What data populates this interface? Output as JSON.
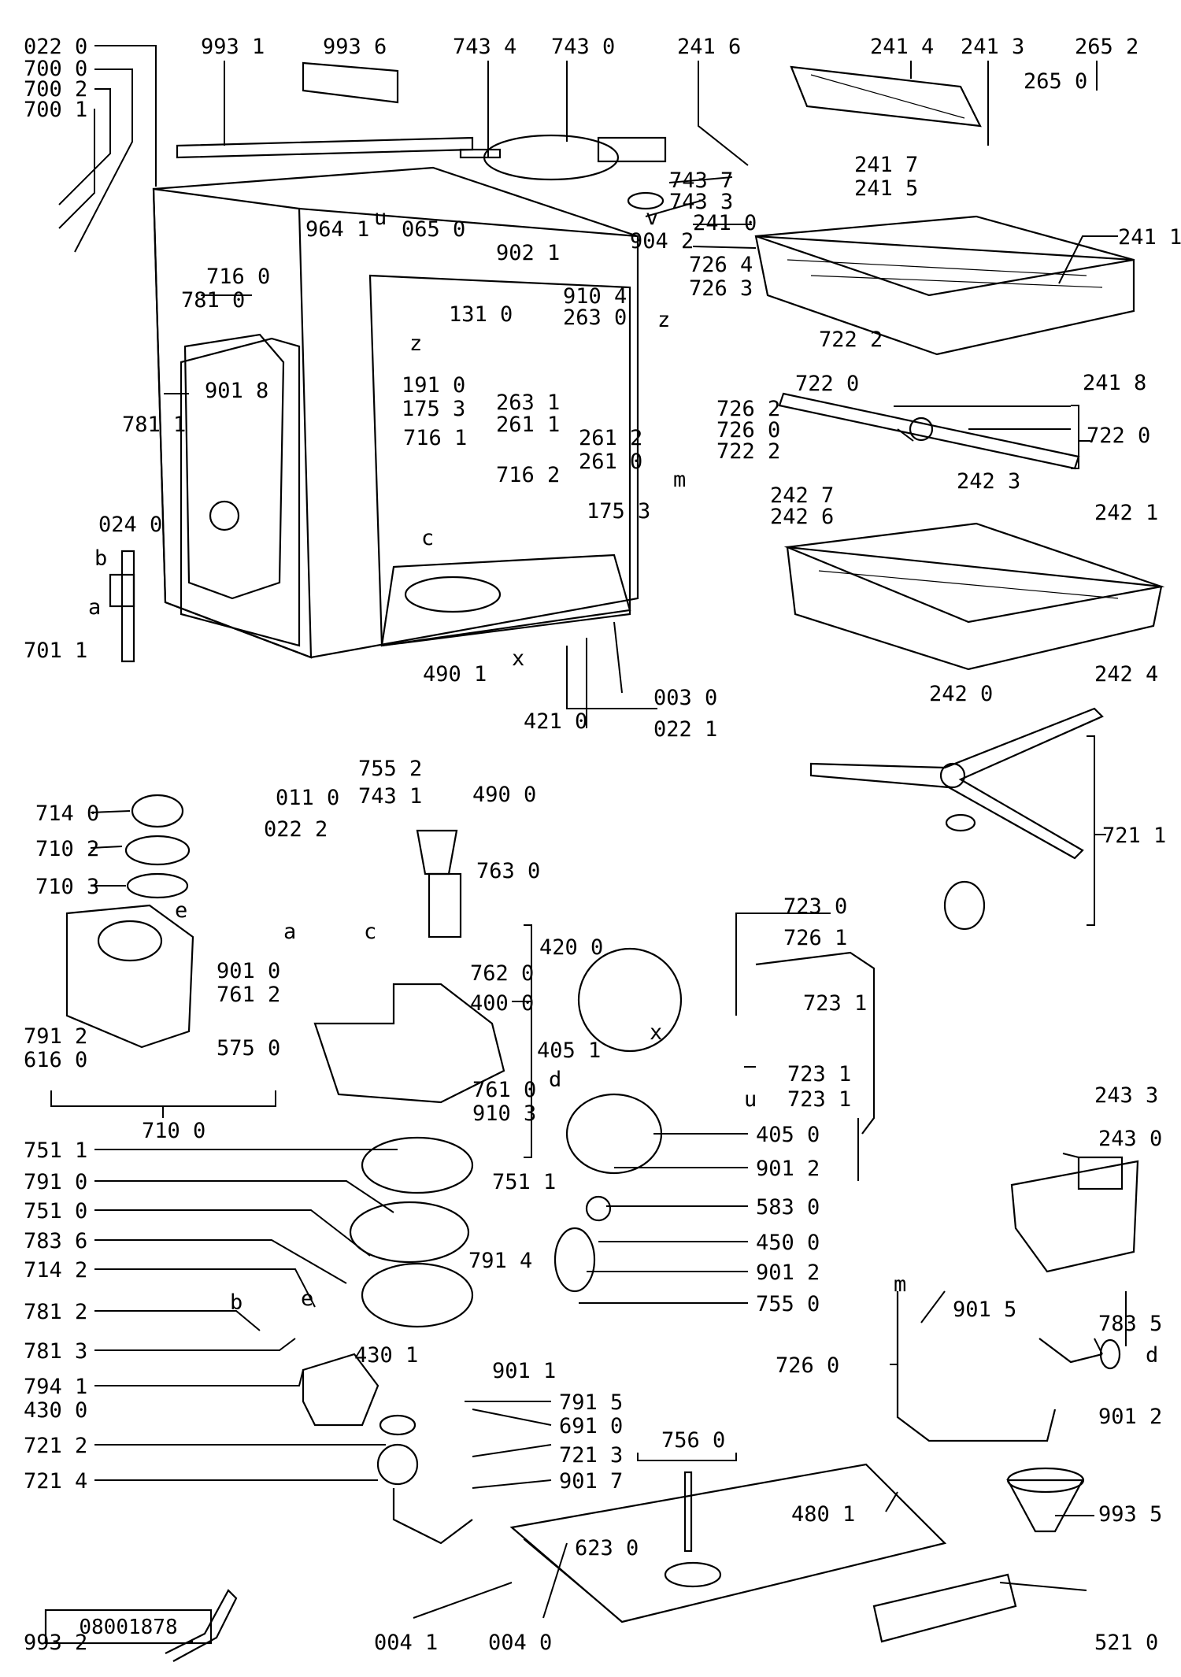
{
  "labels": {
    "p0220": "022 0",
    "p7000": "700 0",
    "p7002": "700 2",
    "p7001": "700 1",
    "p9931": "993 1",
    "p9936": "993 6",
    "p7434": "743 4",
    "p7430": "743 0",
    "p2416": "241 6",
    "p2414": "241 4",
    "p2413": "241 3",
    "p2652": "265 2",
    "p2650": "265 0",
    "p2417": "241 7",
    "p2415": "241 5",
    "p2410": "241 0",
    "p2411": "241 1",
    "p7437": "743 7",
    "p7433": "743 3",
    "p9641": "964 1",
    "p0650": "065 0",
    "p9021": "902 1",
    "p9042": "904 2",
    "p7264": "726 4",
    "p7263": "726 3",
    "p7160": "716 0",
    "p7810": "781 0",
    "p9104": "910 4",
    "p1310": "131 0",
    "p2630": "263 0",
    "p7222": "722 2",
    "p7220": "722 0",
    "p2418": "241 8",
    "p9018": "901 8",
    "p1910": "191 0",
    "p1753": "175 3",
    "p2631": "263 1",
    "p2611": "261 1",
    "p7262": "726 2",
    "p7260": "726 0",
    "p7811": "781 1",
    "p7161": "716 1",
    "p7162": "716 2",
    "p2612": "261 2",
    "p2610": "261 0",
    "p2427": "242 7",
    "p2426": "242 6",
    "p2423": "242 3",
    "p2421": "242 1",
    "p0240": "024 0",
    "p4901": "490 1",
    "p4210": "421 0",
    "p0030": "003 0",
    "p2420": "242 0",
    "p2424": "242 4",
    "p7011": "701 1",
    "p0221": "022 1",
    "p4900": "490 0",
    "p7552": "755 2",
    "p7431": "743 1",
    "p0110": "011 0",
    "p0222": "022 2",
    "p7211": "721 1",
    "p7140": "714 0",
    "p7102": "710 2",
    "p7103": "710 3",
    "p7630": "763 0",
    "p7230": "723 0",
    "p7261": "726 1",
    "p4200": "420 0",
    "p4000": "400 0",
    "p7231": "723 1",
    "p9010": "901 0",
    "p7612": "761 2",
    "p7620": "762 0",
    "p7912": "791 2",
    "p6160": "616 0",
    "p5750": "575 0",
    "p4051": "405 1",
    "p7100": "710 0",
    "p7610": "761 0",
    "p9103": "910 3",
    "p4050": "405 0",
    "p2433": "243 3",
    "p2430": "243 0",
    "p7511": "751 1",
    "p9012": "901 2",
    "p7910": "791 0",
    "p7510": "751 0",
    "p5830": "583 0",
    "p7836": "783 6",
    "p4500": "450 0",
    "p7914": "791 4",
    "p7142": "714 2",
    "p7550": "755 0",
    "p9015": "901 5",
    "p7812": "781 2",
    "p7835": "783 5",
    "p7813": "781 3",
    "p4301": "430 1",
    "p9011": "901 1",
    "p7941": "794 1",
    "p4300": "430 0",
    "p7915": "791 5",
    "p6910": "691 0",
    "p7560": "756 0",
    "p7212": "721 2",
    "p7213": "721 3",
    "p7214": "721 4",
    "p9017": "901 7",
    "p4801": "480 1",
    "p9935": "993 5",
    "p6230": "623 0",
    "p9932": "993 2",
    "p0041": "004 1",
    "p0040": "004 0",
    "p5210": "521 0",
    "l_a1": "a",
    "l_b1": "b",
    "l_a2": "a",
    "l_b2": "b",
    "l_c1": "c",
    "l_c2": "c",
    "l_d1": "d",
    "l_d2": "d",
    "l_e1": "e",
    "l_e2": "e",
    "l_m1": "m",
    "l_m2": "m",
    "l_u1": "u",
    "l_u2": "u",
    "l_v1": "v",
    "l_x1": "x",
    "l_x2": "x",
    "l_z1": "z",
    "l_z2": "z"
  },
  "drawing_number": "08001878"
}
